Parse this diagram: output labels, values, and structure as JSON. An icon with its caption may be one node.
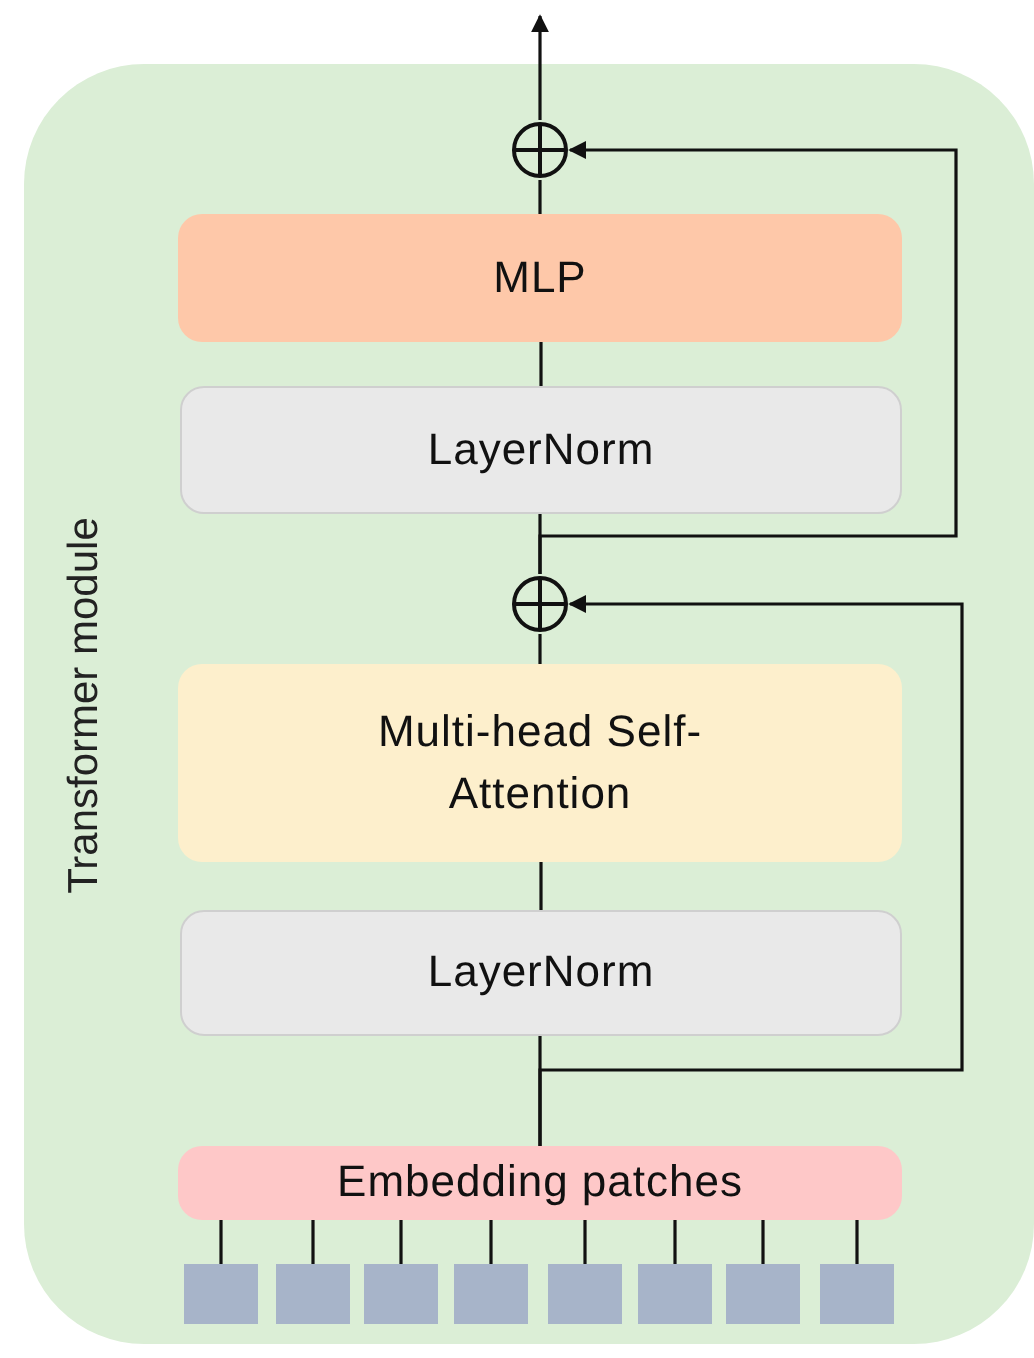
{
  "diagram": {
    "nodes": [
      {
        "text": [
          "Transformer module"
        ]
      },
      {
        "text": [],
        "shape": "circle",
        "in": 0
      },
      {
        "text": [
          "MLP"
        ],
        "in": 0
      },
      {
        "text": [
          "LayerNorm"
        ],
        "in": 0
      },
      {
        "text": [],
        "shape": "circle",
        "in": 0
      },
      {
        "text": [
          "Multi-head Self-Attention"
        ],
        "in": 0
      },
      {
        "text": [
          "LayerNorm"
        ],
        "in": 0
      },
      {
        "text": [
          "Embedding patches"
        ],
        "in": 0
      },
      {
        "text": [],
        "shape": "box",
        "in": 0
      },
      {
        "text": [],
        "shape": "box",
        "in": 0
      },
      {
        "text": [],
        "shape": "box",
        "in": 0
      },
      {
        "text": [],
        "shape": "box",
        "in": 0
      },
      {
        "text": [],
        "shape": "box",
        "in": 0
      },
      {
        "text": [],
        "shape": "box",
        "in": 0
      },
      {
        "text": [],
        "shape": "box",
        "in": 0
      },
      {
        "text": [],
        "shape": "box",
        "in": 0
      }
    ],
    "edges": [
      {
        "from": 1,
        "to": null,
        "arrow": "to"
      },
      {
        "from": 2,
        "to": 1,
        "arrow": "none"
      },
      {
        "from": 3,
        "to": 2,
        "arrow": "none"
      },
      {
        "from": 4,
        "to": 3,
        "arrow": "none"
      },
      {
        "from": 4,
        "to": 1,
        "arrow": "to"
      },
      {
        "from": 5,
        "to": 4,
        "arrow": "none"
      },
      {
        "from": 6,
        "to": 5,
        "arrow": "none"
      },
      {
        "from": 7,
        "to": 6,
        "arrow": "none"
      },
      {
        "from": 7,
        "to": 4,
        "arrow": "to"
      },
      {
        "from": 8,
        "to": 7,
        "arrow": "none"
      },
      {
        "from": 9,
        "to": 7,
        "arrow": "none"
      },
      {
        "from": 10,
        "to": 7,
        "arrow": "none"
      },
      {
        "from": 11,
        "to": 7,
        "arrow": "none"
      },
      {
        "from": 12,
        "to": 7,
        "arrow": "none"
      },
      {
        "from": 13,
        "to": 7,
        "arrow": "none"
      },
      {
        "from": 14,
        "to": 7,
        "arrow": "none"
      },
      {
        "from": 15,
        "to": 7,
        "arrow": "none"
      }
    ]
  }
}
